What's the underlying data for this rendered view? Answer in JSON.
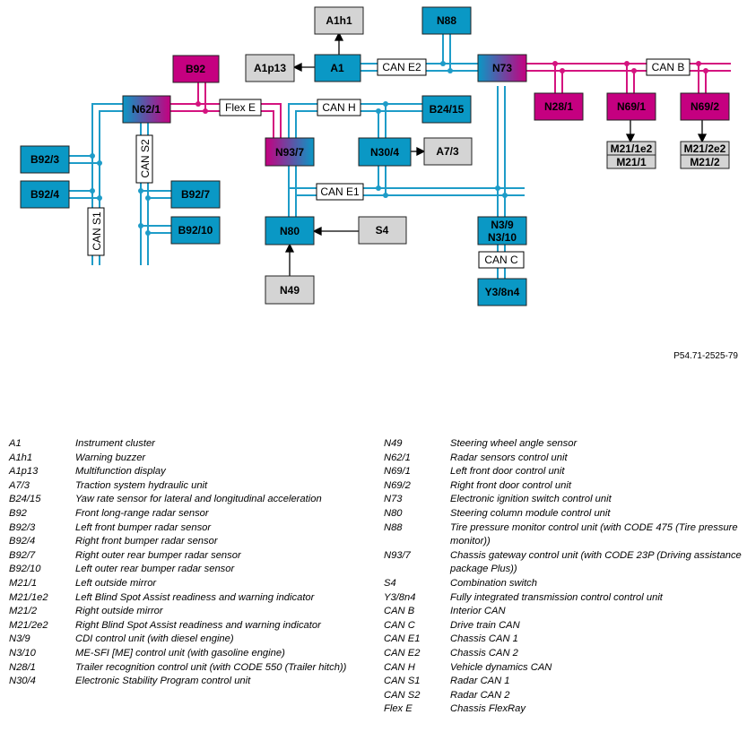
{
  "colors": {
    "can": "#1e9cc8",
    "flex": "#d4137f",
    "unit_blue": "#0a98c5",
    "unit_magenta": "#c50080",
    "unit_gray": "#d4d4d4",
    "node_border": "#222222"
  },
  "nodes": {
    "A1h1": "A1h1",
    "N88": "N88",
    "A1p13": "A1p13",
    "A1": "A1",
    "N73": "N73",
    "B92": "B92",
    "N62_1": "N62/1",
    "N28_1": "N28/1",
    "N69_1": "N69/1",
    "N69_2": "N69/2",
    "B24_15": "B24/15",
    "N93_7": "N93/7",
    "N30_4": "N30/4",
    "A7_3": "A7/3",
    "M21_1e2": "M21/1e2",
    "M21_1": "M21/1",
    "M21_2e2": "M21/2e2",
    "M21_2": "M21/2",
    "B92_3": "B92/3",
    "B92_4": "B92/4",
    "B92_7": "B92/7",
    "B92_10": "B92/10",
    "N80": "N80",
    "S4": "S4",
    "N3_9": "N3/9",
    "N3_10": "N3/10",
    "N49": "N49",
    "Y3_8n4": "Y3/8n4"
  },
  "buses": {
    "can_e2": "CAN E2",
    "can_b": "CAN B",
    "flex_e": "Flex E",
    "can_h": "CAN H",
    "can_s2": "CAN S2",
    "can_s1": "CAN S1",
    "can_e1": "CAN E1",
    "can_c": "CAN C"
  },
  "reference_code": "P54.71-2525-79",
  "legend_left": [
    {
      "code": "A1",
      "desc": "Instrument cluster"
    },
    {
      "code": "A1h1",
      "desc": "Warning buzzer"
    },
    {
      "code": "A1p13",
      "desc": "Multifunction display"
    },
    {
      "code": "A7/3",
      "desc": "Traction system hydraulic unit"
    },
    {
      "code": "B24/15",
      "desc": "Yaw rate sensor for lateral and longitudinal acceleration"
    },
    {
      "code": "B92",
      "desc": "Front long-range radar sensor"
    },
    {
      "code": "B92/3",
      "desc": "Left front bumper radar sensor"
    },
    {
      "code": "B92/4",
      "desc": "Right front bumper radar sensor"
    },
    {
      "code": "B92/7",
      "desc": "Right outer rear bumper radar sensor"
    },
    {
      "code": "B92/10",
      "desc": "Left outer rear bumper radar sensor"
    },
    {
      "code": "M21/1",
      "desc": "Left outside mirror"
    },
    {
      "code": "M21/1e2",
      "desc": "Left Blind Spot Assist readiness and warning indicator"
    },
    {
      "code": "M21/2",
      "desc": "Right outside mirror"
    },
    {
      "code": "M21/2e2",
      "desc": "Right Blind Spot Assist readiness and warning indicator"
    },
    {
      "code": "N3/9",
      "desc": "CDI control unit (with diesel engine)"
    },
    {
      "code": "N3/10",
      "desc": "ME-SFI [ME] control unit (with gasoline engine)"
    },
    {
      "code": "N28/1",
      "desc": "Trailer recognition control unit (with CODE 550 (Trailer hitch))"
    },
    {
      "code": "N30/4",
      "desc": "Electronic Stability Program control unit"
    }
  ],
  "legend_right": [
    {
      "code": "N49",
      "desc": "Steering wheel angle sensor"
    },
    {
      "code": "N62/1",
      "desc": "Radar sensors control unit"
    },
    {
      "code": "N69/1",
      "desc": "Left front door control unit"
    },
    {
      "code": "N69/2",
      "desc": "Right front door control unit"
    },
    {
      "code": "N73",
      "desc": "Electronic ignition switch control unit"
    },
    {
      "code": "N80",
      "desc": "Steering column module control unit"
    },
    {
      "code": "N88",
      "desc": "Tire pressure monitor control unit (with CODE 475 (Tire pressure monitor))"
    },
    {
      "code": "N93/7",
      "desc": "Chassis gateway control unit (with CODE 23P (Driving assistance package Plus))"
    },
    {
      "code": "S4",
      "desc": "Combination switch"
    },
    {
      "code": "Y3/8n4",
      "desc": "Fully integrated transmission control control unit"
    },
    {
      "code": "CAN B",
      "desc": "Interior CAN"
    },
    {
      "code": "CAN C",
      "desc": "Drive train CAN"
    },
    {
      "code": "CAN E1",
      "desc": "Chassis CAN 1"
    },
    {
      "code": "CAN E2",
      "desc": "Chassis CAN 2"
    },
    {
      "code": "CAN H",
      "desc": "Vehicle dynamics CAN"
    },
    {
      "code": "CAN S1",
      "desc": "Radar CAN 1"
    },
    {
      "code": "CAN S2",
      "desc": "Radar CAN 2"
    },
    {
      "code": "Flex E",
      "desc": "Chassis FlexRay"
    }
  ]
}
